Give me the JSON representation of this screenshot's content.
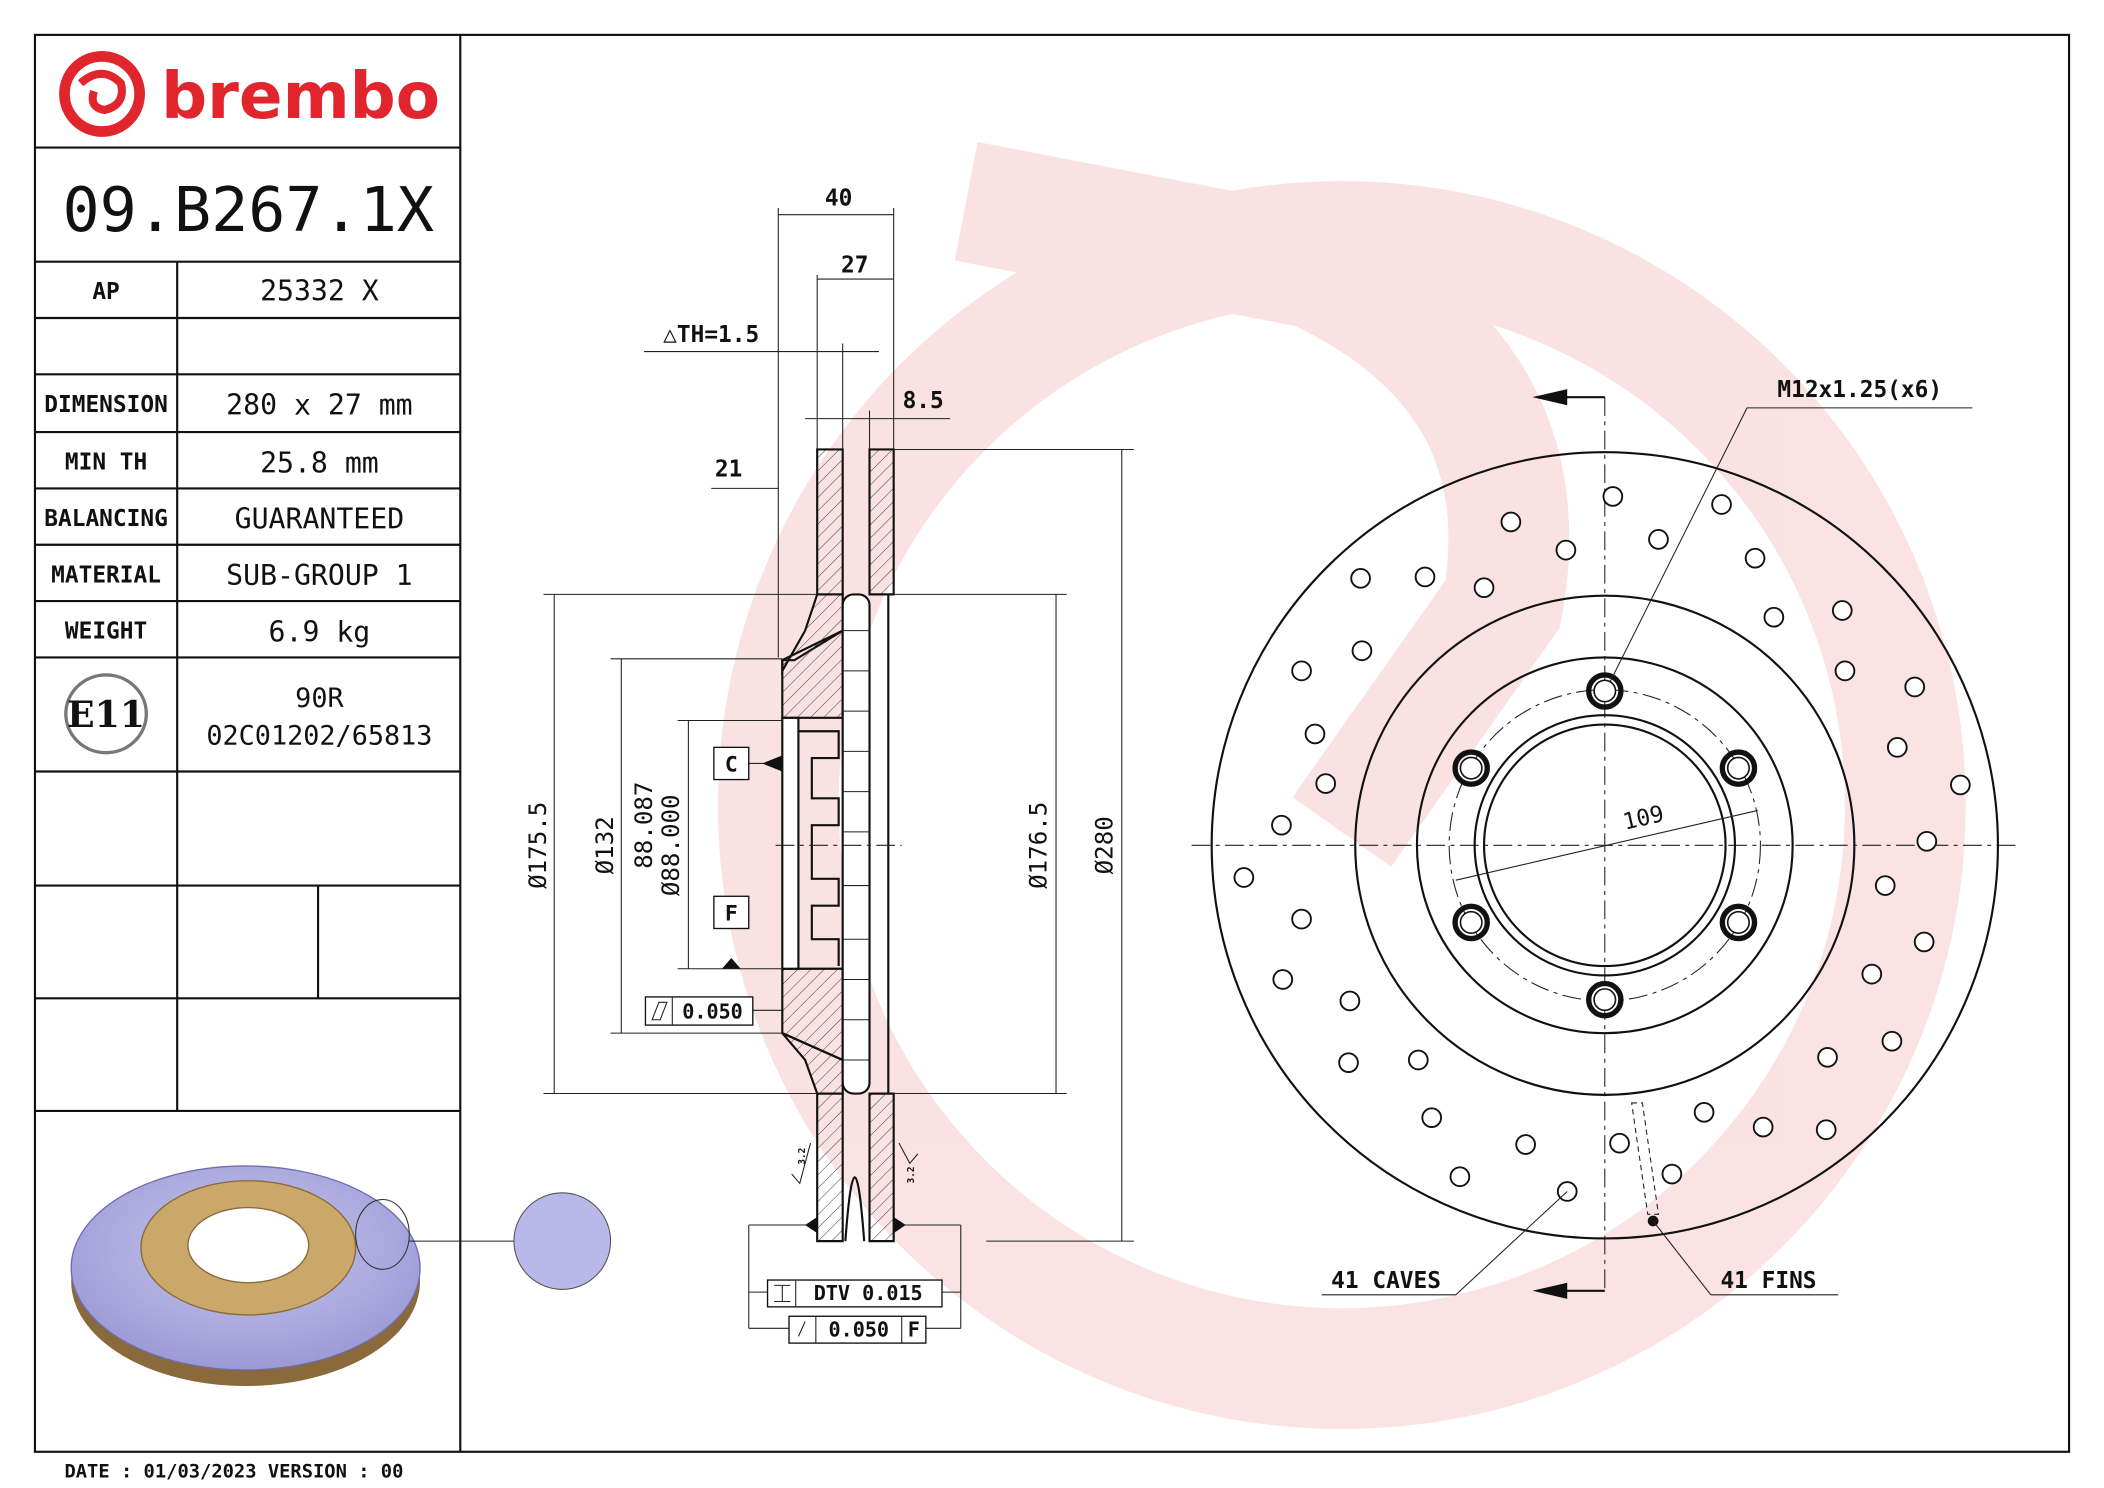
{
  "brand": {
    "name": "brembo",
    "color": "#e0262c"
  },
  "part_number": "09.B267.1X",
  "specs": [
    {
      "label": "AP",
      "value": "25332 X"
    },
    {
      "label": "DIMENSION",
      "value": "280 x 27 mm"
    },
    {
      "label": "MIN TH",
      "value": "25.8 mm"
    },
    {
      "label": "BALANCING",
      "value": "GUARANTEED"
    },
    {
      "label": "MATERIAL",
      "value": "SUB-GROUP 1"
    },
    {
      "label": "WEIGHT",
      "value": "6.9 kg"
    }
  ],
  "approval": {
    "mark": "E11",
    "line1": "90R",
    "line2": "02C01202/65813"
  },
  "footer": "DATE : 01/03/2023 VERSION : 00",
  "section_view": {
    "dim_40": "40",
    "dim_27": "27",
    "dim_th": "△TH=1.5",
    "dim_8_5": "8.5",
    "dim_21": "21",
    "dim_175_5": "Ø175.5",
    "dim_132": "Ø132",
    "dim_88_upper": "88.087",
    "dim_88_lower": "Ø88.000",
    "dim_176_5": "Ø176.5",
    "dim_280": "Ø280",
    "datum_c": "C",
    "datum_f": "F",
    "flatness": "0.050",
    "dtv": "DTV 0.015",
    "runout": "0.050",
    "runout_datum": "F",
    "roughness_left": "3.2",
    "roughness_right": "3.2"
  },
  "front_view": {
    "thread": "M12x1.25(x6)",
    "pcd": "109",
    "caves": "41 CAVES",
    "fins": "41 FINS"
  }
}
